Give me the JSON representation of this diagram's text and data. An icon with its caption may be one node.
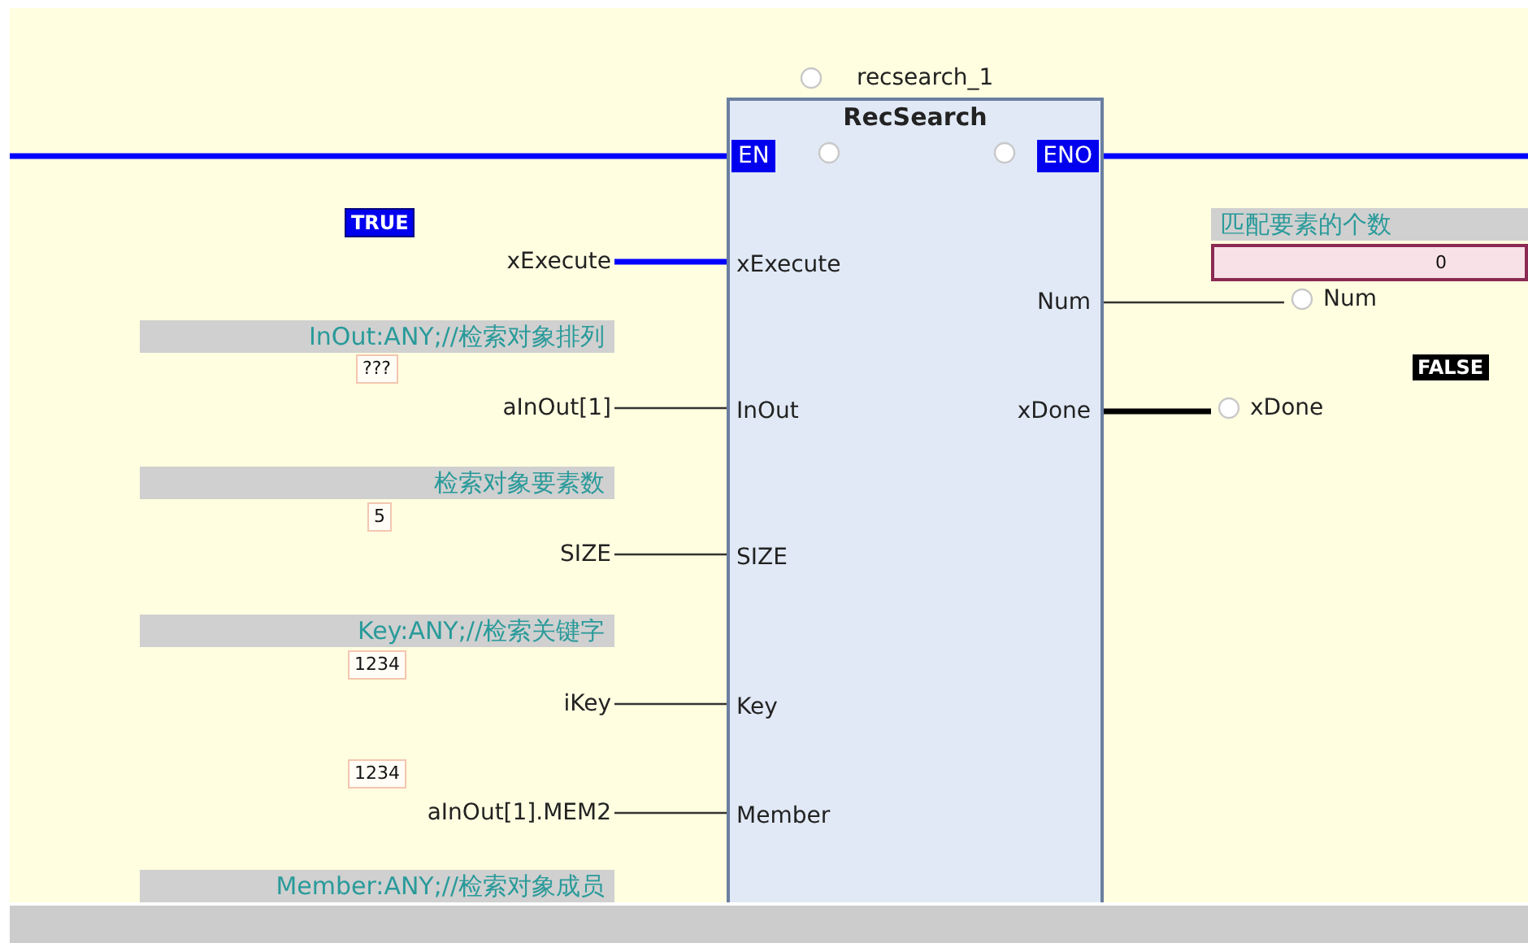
{
  "diagram": {
    "nodes": [
      {
        "text": [
          "recsearch_1",
          "RecSearch"
        ]
      },
      {
        "text": [
          "EN"
        ],
        "in": 0
      },
      {
        "text": [
          "ENO"
        ],
        "in": 0
      },
      {
        "text": [
          "TRUE"
        ]
      },
      {
        "text": [
          "匹配要素的个数"
        ]
      },
      {
        "text": [
          "xExecute"
        ]
      },
      {
        "text": [
          "xExecute"
        ],
        "in": 0
      },
      {
        "text": [
          "0"
        ]
      },
      {
        "text": [
          "Num"
        ],
        "in": 0
      },
      {
        "text": [
          "Num"
        ]
      },
      {
        "text": [
          "InOut:ANY;//检索对象排列"
        ]
      },
      {
        "text": [
          "???"
        ]
      },
      {
        "text": [
          "FALSE"
        ]
      },
      {
        "text": [
          "aInOut[1]"
        ]
      },
      {
        "text": [
          "InOut"
        ],
        "in": 0
      },
      {
        "text": [
          "xDone"
        ],
        "in": 0
      },
      {
        "text": [
          "xDone"
        ]
      },
      {
        "text": [
          "检索对象要素数"
        ]
      },
      {
        "text": [
          "5"
        ]
      },
      {
        "text": [
          "SIZE"
        ]
      },
      {
        "text": [
          "SIZE"
        ],
        "in": 0
      },
      {
        "text": [
          "Key:ANY;//检索关键字"
        ]
      },
      {
        "text": [
          "1234"
        ]
      },
      {
        "text": [
          "iKey"
        ]
      },
      {
        "text": [
          "Key"
        ],
        "in": 0
      },
      {
        "text": [
          "1234"
        ]
      },
      {
        "text": [
          "aInOut[1].MEM2"
        ]
      },
      {
        "text": [
          "Member"
        ],
        "in": 0
      },
      {
        "text": [
          "Member:ANY;//检索对象成员"
        ]
      }
    ],
    "edges": [
      {
        "from": null,
        "to": 1,
        "arrow": "none",
        "style": "thick",
        "color": "#0000ff"
      },
      {
        "from": 2,
        "to": null,
        "arrow": "none",
        "style": "thick",
        "color": "#0000ff"
      },
      {
        "from": 5,
        "to": 6,
        "arrow": "none",
        "style": "thick",
        "color": "#0000ff"
      },
      {
        "from": 8,
        "to": 9,
        "arrow": "none"
      },
      {
        "from": 13,
        "to": 14,
        "arrow": "none"
      },
      {
        "from": 15,
        "to": 16,
        "arrow": "none",
        "style": "thick"
      },
      {
        "from": 19,
        "to": 20,
        "arrow": "none"
      },
      {
        "from": 23,
        "to": 24,
        "arrow": "none"
      },
      {
        "from": 26,
        "to": 27,
        "arrow": "none"
      }
    ]
  }
}
